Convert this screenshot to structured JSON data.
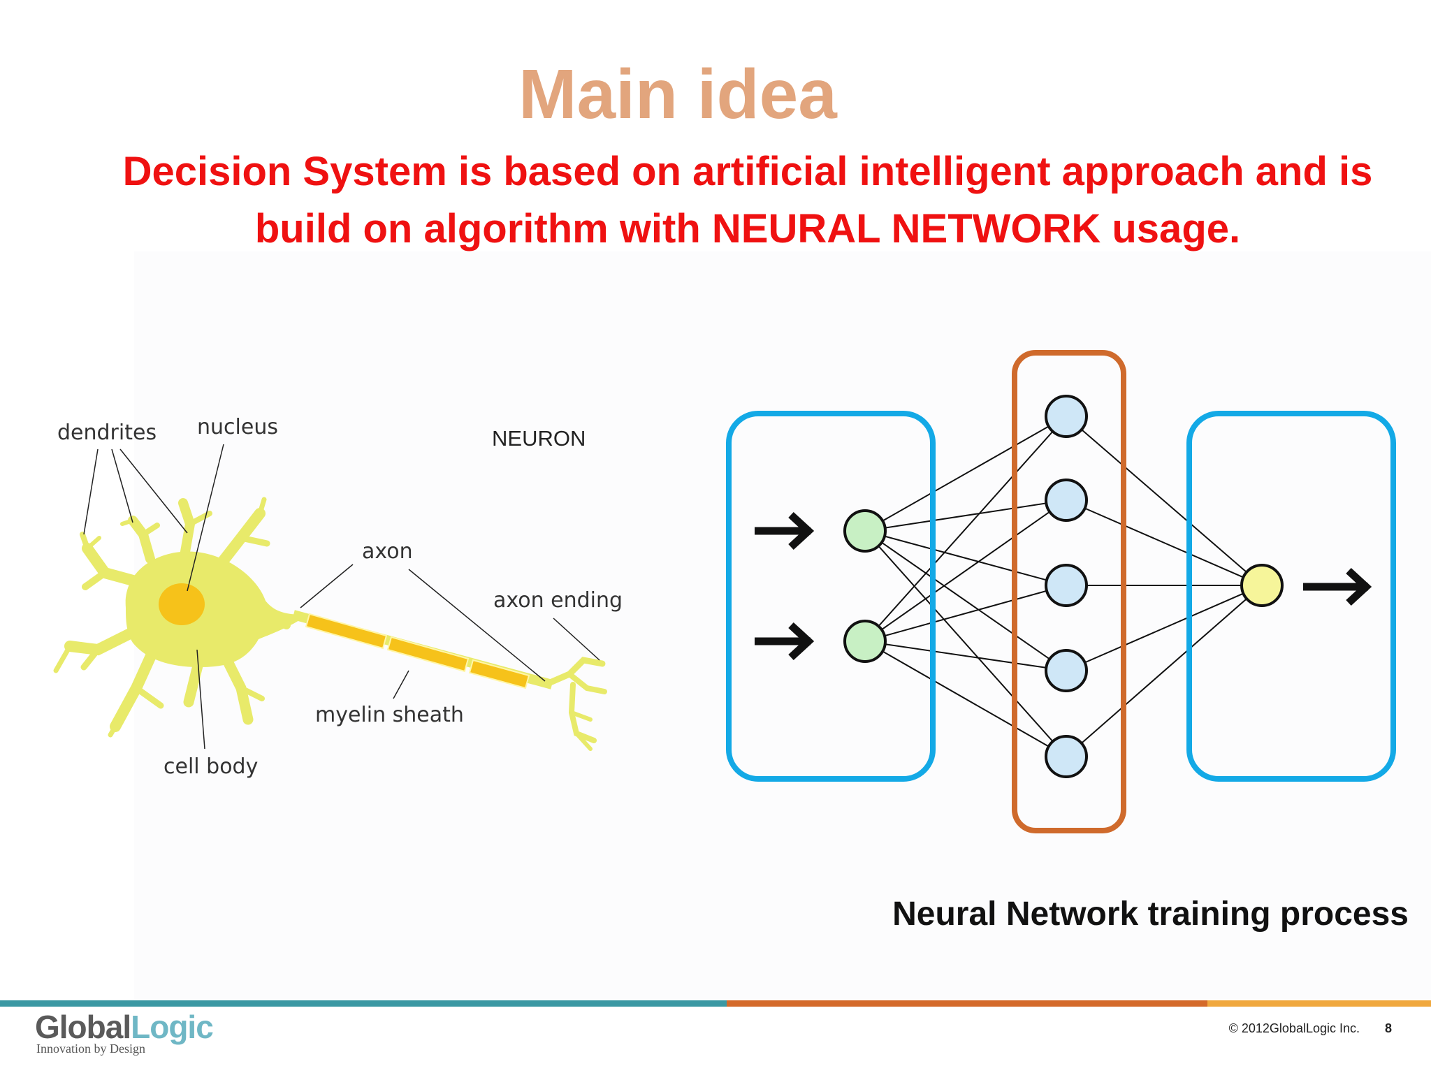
{
  "slide": {
    "title": "Main idea",
    "subtitle": "Decision System is based on artificial intelligent approach and is build on algorithm with NEURAL NETWORK usage."
  },
  "neuron": {
    "heading": "NEURON",
    "labels": {
      "dendrites": "dendrites",
      "nucleus": "nucleus",
      "axon": "axon",
      "axon_ending": "axon ending",
      "myelin_sheath": "myelin sheath",
      "cell_body": "cell body"
    },
    "colors": {
      "cell": "#e8ea6a",
      "nucleus": "#f6c21a",
      "myelin": "#f6c21a"
    }
  },
  "network": {
    "caption": "Neural Network training process",
    "layers": {
      "input_nodes": 2,
      "hidden_nodes": 5,
      "output_nodes": 1
    },
    "colors": {
      "input_box": "#13a9e6",
      "hidden_box": "#cf6a2c",
      "output_box": "#13a9e6",
      "input_node": "#c8f0c4",
      "hidden_node": "#cfe7f7",
      "output_node": "#f6f59a"
    }
  },
  "footer": {
    "logo_main": "Global",
    "logo_accent": "Logic",
    "logo_tagline": "Innovation by Design",
    "copyright": "© 2012GlobalLogic Inc.",
    "page_number": "8",
    "bar_colors": [
      "#3b98a3",
      "#d46a2a",
      "#f0a83e"
    ]
  }
}
